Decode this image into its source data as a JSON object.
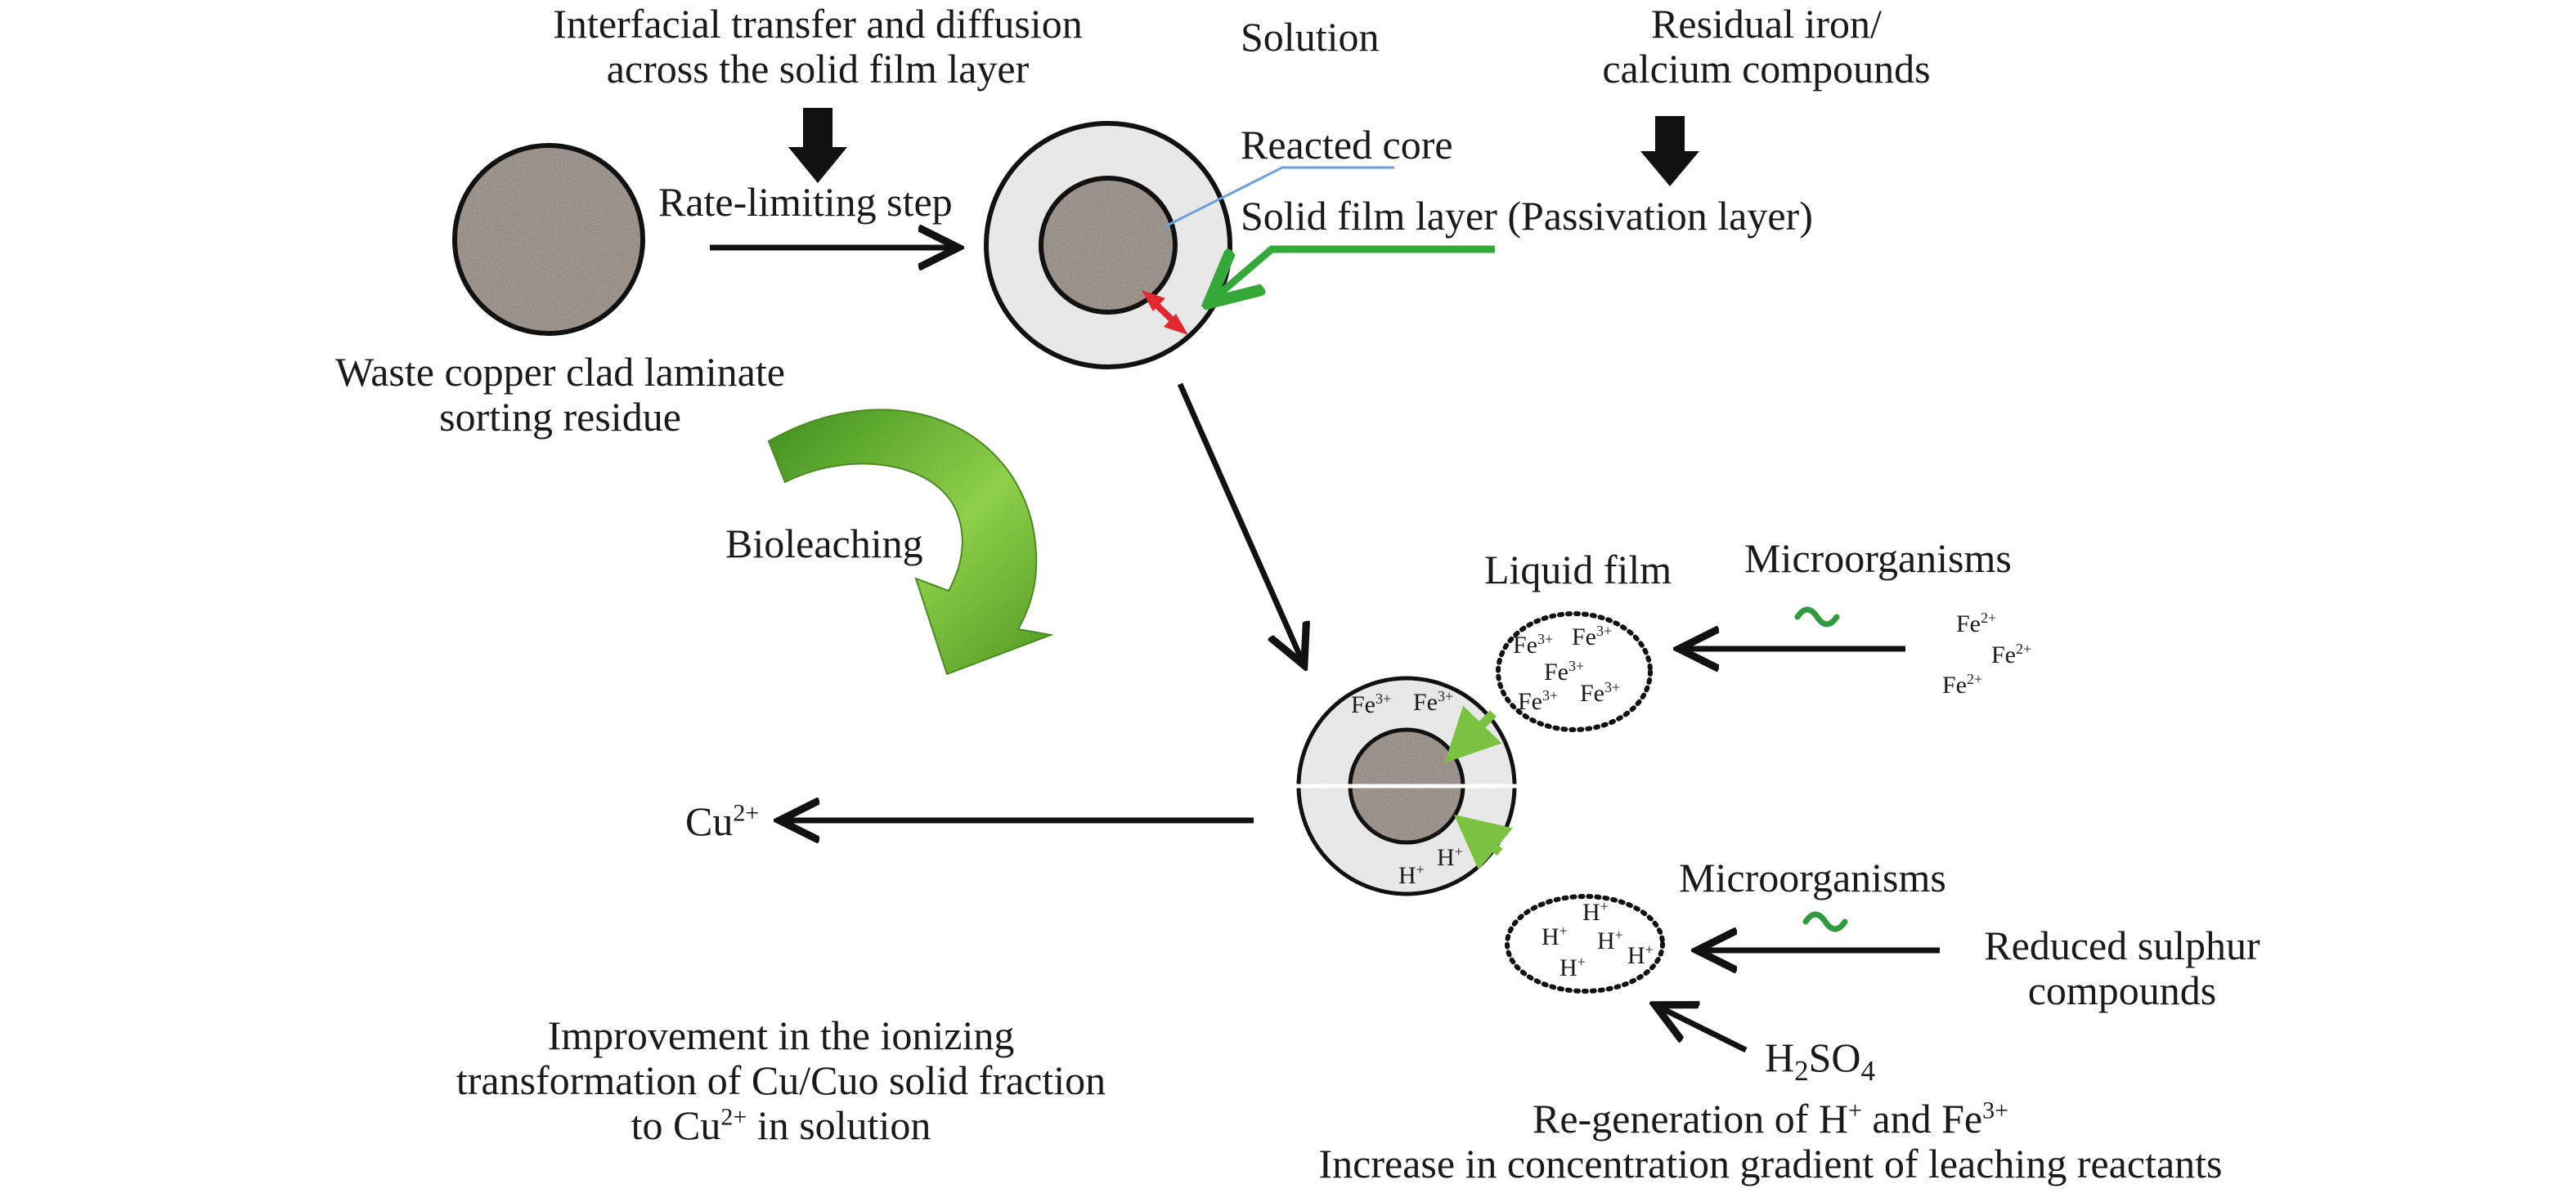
{
  "colors": {
    "arrow_black": "#111111",
    "green_arrow": "#35a83a",
    "red_arrow": "#e0282e",
    "blue_pointer": "#6f9fd8",
    "light_green_arrow": "#7cc242",
    "particle_core": "#8f8279",
    "film_layer": "#ececec",
    "microorganism": "#2f9a3e",
    "bioleaching_arrow": "#5e9e2f"
  },
  "labels": {
    "interfacial_line1": "Interfacial transfer and diffusion",
    "interfacial_line2": "across the solid film layer",
    "solution": "Solution",
    "residual_line1": "Residual iron/",
    "residual_line2": "calcium compounds",
    "rate_limiting": "Rate-limiting step",
    "reacted_core": "Reacted core",
    "solid_film": "Solid film layer (Passivation layer)",
    "waste_line1": "Waste copper clad laminate",
    "waste_line2": "sorting residue",
    "bioleaching": "Bioleaching",
    "liquid_film": "Liquid film",
    "microorganisms_top": "Microorganisms",
    "microorganisms_bottom": "Microorganisms",
    "reduced_line1": "Reduced sulphur",
    "reduced_line2": "compounds",
    "improvement_line1": "Improvement in the ionizing",
    "improvement_line2": "transformation of Cu/Cuo solid fraction",
    "improvement_line3_pre": "to Cu",
    "improvement_line3_sup": "2+",
    "improvement_line3_post": " in solution",
    "regen_pre": "Re-generation of H",
    "regen_sup1": "+",
    "regen_mid": " and Fe",
    "regen_sup2": "3+",
    "gradient": "Increase in concentration gradient of leaching reactants",
    "h2so4_h": "H",
    "h2so4_sub1": "2",
    "h2so4_so": "SO",
    "h2so4_sub2": "4"
  },
  "ions": {
    "cu_base": "Cu",
    "cu_charge": "2+",
    "fe_base": "Fe",
    "fe3_charge": "3+",
    "fe2_charge": "2+",
    "h_base": "H",
    "h_charge": "+"
  }
}
